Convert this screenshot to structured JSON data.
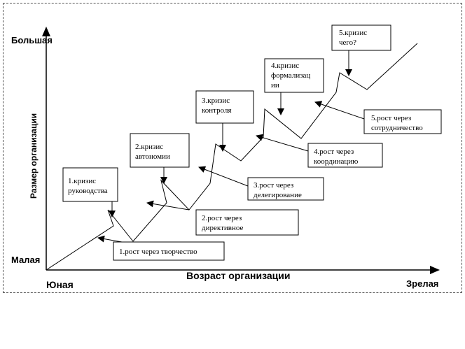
{
  "axes": {
    "y_label": "Размер организации",
    "y_top": "Большая",
    "y_bottom": "Малая",
    "x_label": "Возраст организации",
    "x_left": "Юная",
    "x_right": "Зрелая"
  },
  "crises": [
    {
      "lines": [
        "1.кризис",
        "руководства"
      ]
    },
    {
      "lines": [
        "2.кризис",
        "автономии"
      ]
    },
    {
      "lines": [
        "3.кризис",
        "контроля"
      ]
    },
    {
      "lines": [
        "4.кризис",
        "формализац",
        "ии"
      ]
    },
    {
      "lines": [
        "5.кризис",
        "чего?"
      ]
    }
  ],
  "growth": [
    {
      "lines": [
        "1.рост через творчество"
      ]
    },
    {
      "lines": [
        "2.рост через",
        "директивное"
      ]
    },
    {
      "lines": [
        "3.рост через",
        "делегирование"
      ]
    },
    {
      "lines": [
        "4.рост через",
        "координацию"
      ]
    },
    {
      "lines": [
        "5.рост через",
        "сотрудничество"
      ]
    }
  ]
}
